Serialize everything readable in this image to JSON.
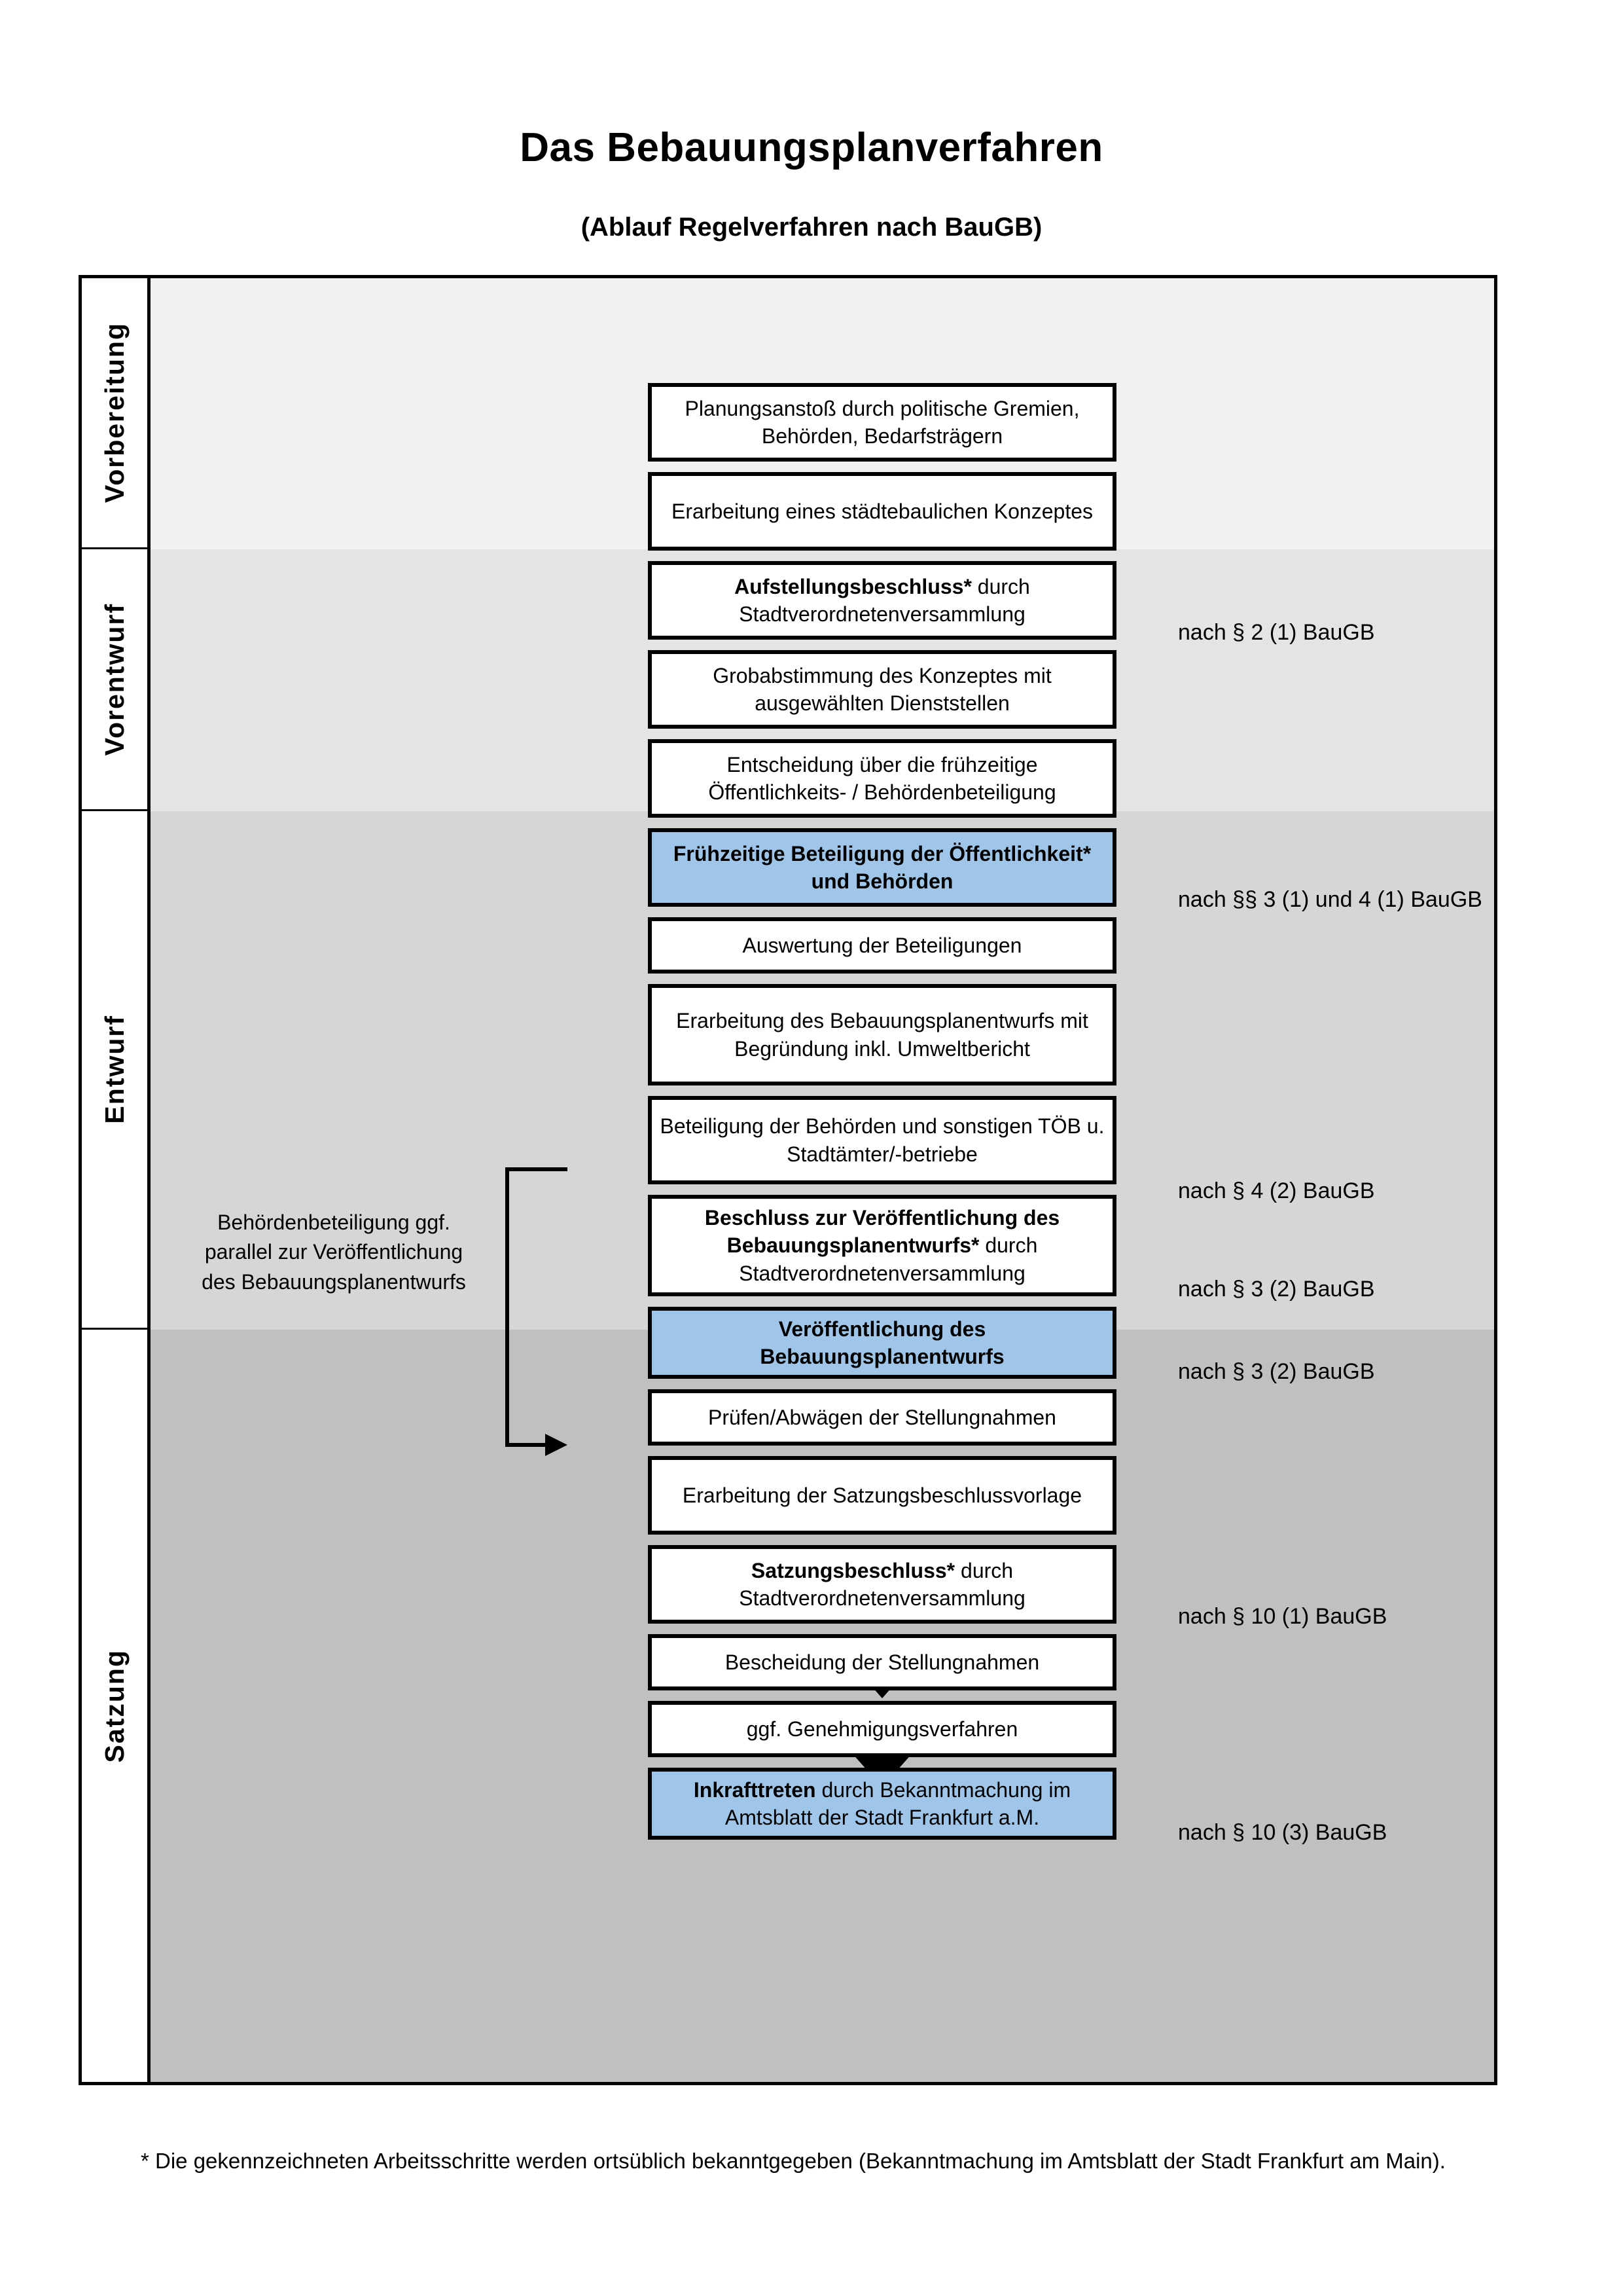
{
  "document": {
    "title": "Das Bebauungsplanverfahren",
    "subtitle": "(Ablauf Regelverfahren nach BauGB)",
    "footnote": "* Die gekennzeichneten Arbeitsschritte werden ortsüblich bekanntgegeben (Bekanntmachung im Amtsblatt  der Stadt Frankfurt am Main)."
  },
  "colors": {
    "highlight_blue": "#9fc5e8",
    "phase_vorbereitung_bg": "#f1f1f1",
    "phase_vorentwurf_bg": "#e4e4e4",
    "phase_entwurf_bg": "#d6d6d6",
    "phase_satzung_bg": "#c0c0c0",
    "border": "#000000"
  },
  "phases": [
    {
      "label": "Vorbereitung"
    },
    {
      "label": "Vorentwurf"
    },
    {
      "label": "Entwurf"
    },
    {
      "label": "Satzung"
    }
  ],
  "side_note": "Behördenbeteiligung ggf. parallel zur Veröffentlichung des Bebauungsplanentwurfs",
  "steps": [
    {
      "id": "planungsanstoss",
      "phase": "Vorbereitung",
      "highlight": false,
      "bold_prefix": "",
      "text": "Planungsanstoß durch politische Gremien, Behörden, Bedarfsträgern"
    },
    {
      "id": "staedtebaul-konzept",
      "phase": "Vorbereitung",
      "highlight": false,
      "bold_prefix": "",
      "text": "Erarbeitung eines städtebaulichen Konzeptes"
    },
    {
      "id": "aufstellungsbeschluss",
      "phase": "Vorbereitung",
      "highlight": false,
      "bold_prefix": "Aufstellungsbeschluss*",
      "text": " durch Stadtverordnetenversammlung"
    },
    {
      "id": "grobabstimmung",
      "phase": "Vorentwurf",
      "highlight": false,
      "bold_prefix": "",
      "text": "Grobabstimmung des Konzeptes mit ausgewählten Dienststellen"
    },
    {
      "id": "entscheidung-fruehzeitig",
      "phase": "Vorentwurf",
      "highlight": false,
      "bold_prefix": "",
      "text": "Entscheidung über die frühzeitige Öffentlichkeits- / Behördenbeteiligung"
    },
    {
      "id": "fruehzeitige-beteiligung",
      "phase": "Vorentwurf",
      "highlight": true,
      "bold_prefix": "Frühzeitige Beteiligung der Öffentlichkeit* und Behörden",
      "text": ""
    },
    {
      "id": "auswertung",
      "phase": "Entwurf",
      "highlight": false,
      "bold_prefix": "",
      "text": "Auswertung der Beteiligungen"
    },
    {
      "id": "erarbeitung-bplan",
      "phase": "Entwurf",
      "highlight": false,
      "bold_prefix": "",
      "text": "Erarbeitung des Bebauungsplanentwurfs mit Begründung inkl. Umweltbericht"
    },
    {
      "id": "beteiligung-behoerden",
      "phase": "Entwurf",
      "highlight": false,
      "bold_prefix": "",
      "text": "Beteiligung der Behörden und sonstigen TÖB u. Stadtämter/-betriebe"
    },
    {
      "id": "beschluss-veroeffentlichung",
      "phase": "Entwurf",
      "highlight": false,
      "bold_prefix": "Beschluss zur Veröffentlichung des Bebauungsplanentwurfs*",
      "text": " durch Stadtverordnetenversammlung"
    },
    {
      "id": "veroeffentlichung",
      "phase": "Entwurf",
      "highlight": true,
      "bold_prefix": "Veröffentlichung des Bebauungsplanentwurfs",
      "text": ""
    },
    {
      "id": "pruefen-abwaegen",
      "phase": "Satzung",
      "highlight": false,
      "bold_prefix": "",
      "text": "Prüfen/Abwägen der Stellungnahmen"
    },
    {
      "id": "satzungsbeschlussvorlage",
      "phase": "Satzung",
      "highlight": false,
      "bold_prefix": "",
      "text": "Erarbeitung der Satzungsbeschlussvorlage"
    },
    {
      "id": "satzungsbeschluss",
      "phase": "Satzung",
      "highlight": false,
      "bold_prefix": "Satzungsbeschluss*",
      "text": " durch Stadtverordnetenversammlung"
    },
    {
      "id": "bescheidung",
      "phase": "Satzung",
      "highlight": false,
      "bold_prefix": "",
      "text": "Bescheidung der Stellungnahmen"
    },
    {
      "id": "genehmigungsverfahren",
      "phase": "Satzung",
      "highlight": false,
      "bold_prefix": "",
      "text": "ggf. Genehmigungsverfahren"
    },
    {
      "id": "inkrafttreten",
      "phase": "Satzung",
      "highlight": true,
      "bold_prefix": "Inkrafttreten",
      "text": " durch Bekanntmachung im Amtsblatt der Stadt Frankfurt a.M."
    }
  ],
  "legal_references": [
    {
      "for": "aufstellungsbeschluss",
      "text": "nach § 2 (1) BauGB"
    },
    {
      "for": "fruehzeitige-beteiligung",
      "text": "nach §§ 3 (1) und 4 (1) BauGB"
    },
    {
      "for": "beteiligung-behoerden",
      "text": "nach § 4 (2) BauGB"
    },
    {
      "for": "beschluss-veroeffentlichung",
      "text": "nach § 3 (2) BauGB"
    },
    {
      "for": "veroeffentlichung",
      "text": "nach § 3 (2) BauGB"
    },
    {
      "for": "satzungsbeschluss",
      "text": "nach § 10 (1) BauGB"
    },
    {
      "for": "inkrafttreten",
      "text": "nach § 10 (3) BauGB"
    }
  ]
}
